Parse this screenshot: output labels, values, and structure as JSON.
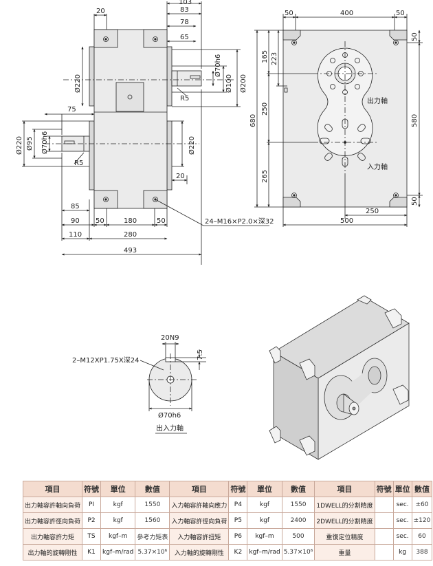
{
  "colors": {
    "line": "#222",
    "body": "#ebebeb",
    "body_dark": "#d9d9d9",
    "header_bg": "#f4dccf",
    "row_bg": "#fbeee7",
    "border": "#c8a89a"
  },
  "side_view": {
    "dims": {
      "top_103": "103",
      "top_20": "20",
      "top_83": "83",
      "top_78": "78",
      "top_65": "65",
      "d70h6_top": "Ø70h6",
      "d100": "Ø100",
      "d200": "Ø200",
      "d220_left": "Ø220",
      "r5_top": "R5",
      "w75": "75",
      "d220_in": "Ø220",
      "d95": "Ø95",
      "d70h6_in": "Ø70h6",
      "r5_in": "R5",
      "d220_right": "Ø220",
      "w20_right": "20",
      "w85": "85",
      "w90": "90",
      "w50_a": "50",
      "w180": "180",
      "w50_b": "50",
      "w110": "110",
      "w280": "280",
      "w493": "493",
      "thread_note": "24–M16×P2.0×深32"
    }
  },
  "front_view": {
    "dims": {
      "top_50_l": "50",
      "top_400": "400",
      "top_50_r": "50",
      "h165": "165",
      "h223": "223",
      "h680": "680",
      "h250": "250",
      "h265": "265",
      "h580": "580",
      "r50_top": "50",
      "r50_bot": "50",
      "w250": "250",
      "w500": "500"
    },
    "labels": {
      "output_shaft": "出力軸",
      "input_shaft": "入力軸"
    }
  },
  "shaft_detail": {
    "key": "20N9",
    "depth": "7.5",
    "tap": "2–M12XP1.75X深24",
    "dia": "Ø70h6",
    "caption": "出入力軸"
  },
  "spec_table": {
    "headers": [
      "項目",
      "符號",
      "單位",
      "數值",
      "項目",
      "符號",
      "單位",
      "數值",
      "項目",
      "符號",
      "單位",
      "數值"
    ],
    "rows": [
      [
        "出力軸容許軸向負荷",
        "PI",
        "kgf",
        "1550",
        "入力軸容許軸向應力",
        "P4",
        "kgf",
        "1550",
        "1DWELL的分割精度",
        "",
        "sec.",
        "±60"
      ],
      [
        "出力軸容許徑向負荷",
        "P2",
        "kgf",
        "1560",
        "入力軸容許徑向負荷",
        "P5",
        "kgf",
        "2400",
        "2DWELL的分割精度",
        "",
        "sec.",
        "±120"
      ],
      [
        "出力軸容許力矩",
        "TS",
        "kgf–m",
        "參考力矩表",
        "入力軸容許扭矩",
        "P6",
        "kgf–m",
        "500",
        "重復定位精度",
        "",
        "sec.",
        "60"
      ],
      [
        "出力軸的旋轉剛性",
        "K1",
        "kgf–m/rad",
        "5.37×10⁶",
        "入力軸的旋轉剛性",
        "K2",
        "kgf–m/rad",
        "5.37×10⁶",
        "重量",
        "",
        "kg",
        "388"
      ]
    ]
  }
}
